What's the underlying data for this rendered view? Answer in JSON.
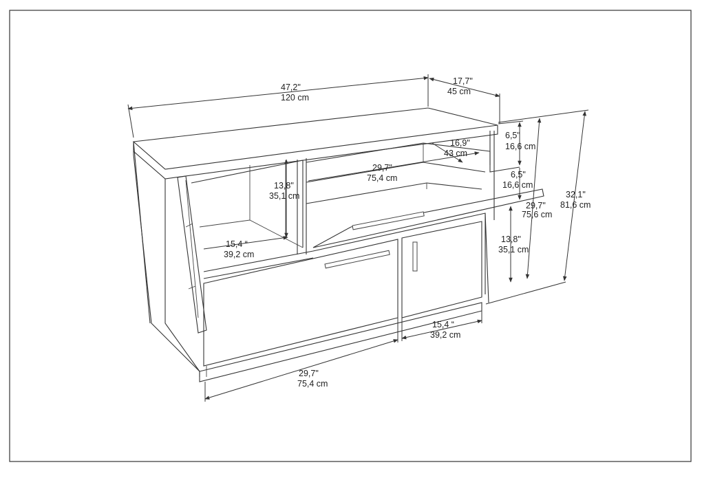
{
  "diagram": {
    "colors": {
      "frame": "#333333",
      "line": "#333333",
      "background": "#ffffff"
    },
    "dimensions": {
      "width": {
        "imperial": "47,2\"",
        "metric": "120 cm"
      },
      "depth": {
        "imperial": "17,7\"",
        "metric": "45 cm"
      },
      "top_opening_right": {
        "imperial": "6,5\"",
        "metric": "16,6 cm"
      },
      "mid_opening_right": {
        "imperial": "6,5\"",
        "metric": "16,6 cm"
      },
      "inner_depth": {
        "imperial": "16,9\"",
        "metric": "43 cm"
      },
      "flap_width": {
        "imperial": "29,7\"",
        "metric": "75,4 cm"
      },
      "left_shelf_height": {
        "imperial": "13,8\"",
        "metric": "35,1 cm"
      },
      "left_shelf_width": {
        "imperial": "15,4 “",
        "metric": "39,2 cm"
      },
      "flap_height": {
        "imperial": "29,7\"",
        "metric": "75,6 cm"
      },
      "total_height": {
        "imperial": "32,1\"",
        "metric": "81,6 cm"
      },
      "door_height": {
        "imperial": "13,8\"",
        "metric": "35,1 cm"
      },
      "door_width": {
        "imperial": "15,4 “",
        "metric": "39,2 cm"
      },
      "bottom_width": {
        "imperial": "29,7\"",
        "metric": "75,4 cm"
      }
    }
  }
}
